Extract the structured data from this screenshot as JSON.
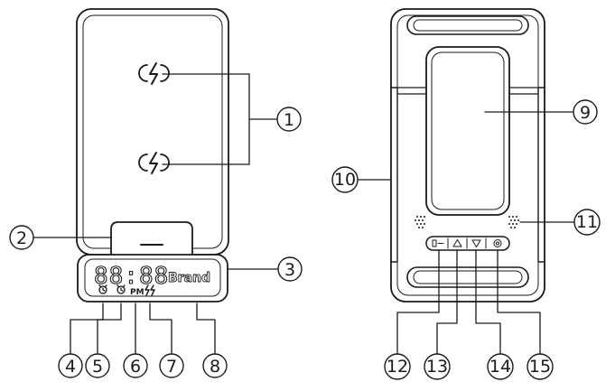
{
  "front_view": {
    "display_text": "88:88",
    "brand": "Brand",
    "pm_label": "PM",
    "icons": [
      "charging-bolt-icon",
      "charging-bolt-icon",
      "alarm-clock-icon",
      "alarm-clock-icon",
      "double-bolt-icon"
    ]
  },
  "back_view": {
    "buttons": [
      "mode-button",
      "up-button",
      "down-button",
      "settings-button"
    ]
  },
  "callouts": [
    "1",
    "2",
    "3",
    "4",
    "5",
    "6",
    "7",
    "8",
    "9",
    "10",
    "11",
    "12",
    "13",
    "14",
    "15"
  ],
  "colors": {
    "line": "#1a1a1a",
    "fill": "#ffffff"
  }
}
